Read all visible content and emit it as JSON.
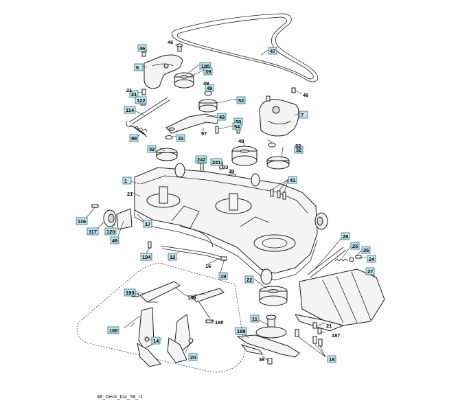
{
  "diagram": {
    "footer_label": "48_Deck_tox_58_r1",
    "callouts": [
      "46",
      "47",
      "6",
      "185",
      "39",
      "49",
      "21",
      "122",
      "52",
      "46",
      "7",
      "114",
      "43",
      "50",
      "54",
      "97",
      "33",
      "98",
      "32",
      "33",
      "48",
      "32",
      "242",
      "241",
      "33",
      "41",
      "1",
      "21",
      "116",
      "17",
      "117",
      "120",
      "49",
      "194",
      "12",
      "16",
      "19",
      "29",
      "25",
      "26",
      "24",
      "27",
      "22",
      "190",
      "189",
      "190",
      "188",
      "14",
      "20",
      "11",
      "21",
      "188",
      "187",
      "36",
      "18"
    ],
    "labels": [
      "46",
      "21",
      "49",
      "33",
      "32"
    ]
  }
}
